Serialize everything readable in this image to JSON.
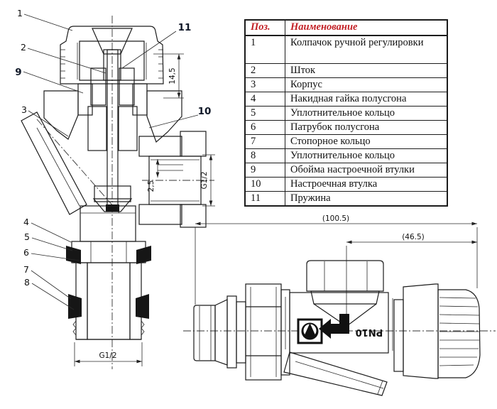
{
  "doc": {
    "type": "valve technical drawing sheet",
    "colors": {
      "table_header_red": "#c22026",
      "line_black": "#1c1c1c",
      "background": "#ffffff"
    }
  },
  "table": {
    "headers": {
      "pos": "Поз.",
      "name": "Наименование"
    },
    "rows": [
      {
        "pos": "1",
        "name": "Колпачок ручной регулировки"
      },
      {
        "pos": "2",
        "name": "Шток"
      },
      {
        "pos": "3",
        "name": "Корпус"
      },
      {
        "pos": "4",
        "name": "Накидная гайка полусгона"
      },
      {
        "pos": "5",
        "name": "Уплотнительное кольцо"
      },
      {
        "pos": "6",
        "name": "Патрубок полусгона"
      },
      {
        "pos": "7",
        "name": "Стопорное кольцо"
      },
      {
        "pos": "8",
        "name": "Уплотнительное кольцо"
      },
      {
        "pos": "9",
        "name": "Обойма настроечной втулки"
      },
      {
        "pos": "10",
        "name": "Настроечная втулка"
      },
      {
        "pos": "11",
        "name": "Пружина"
      }
    ]
  },
  "section_view": {
    "callouts": [
      "1",
      "2",
      "9",
      "3",
      "4",
      "5",
      "6",
      "7",
      "8",
      "10",
      "11"
    ],
    "dims": {
      "cap_height": "14,5",
      "lift": "2,5",
      "side_thread": "G1/2",
      "bottom_thread": "G1/2"
    }
  },
  "side_view": {
    "dims": {
      "overall_length": "(100.5)",
      "axis_length": "(46.5)"
    },
    "marking": "PN10"
  }
}
